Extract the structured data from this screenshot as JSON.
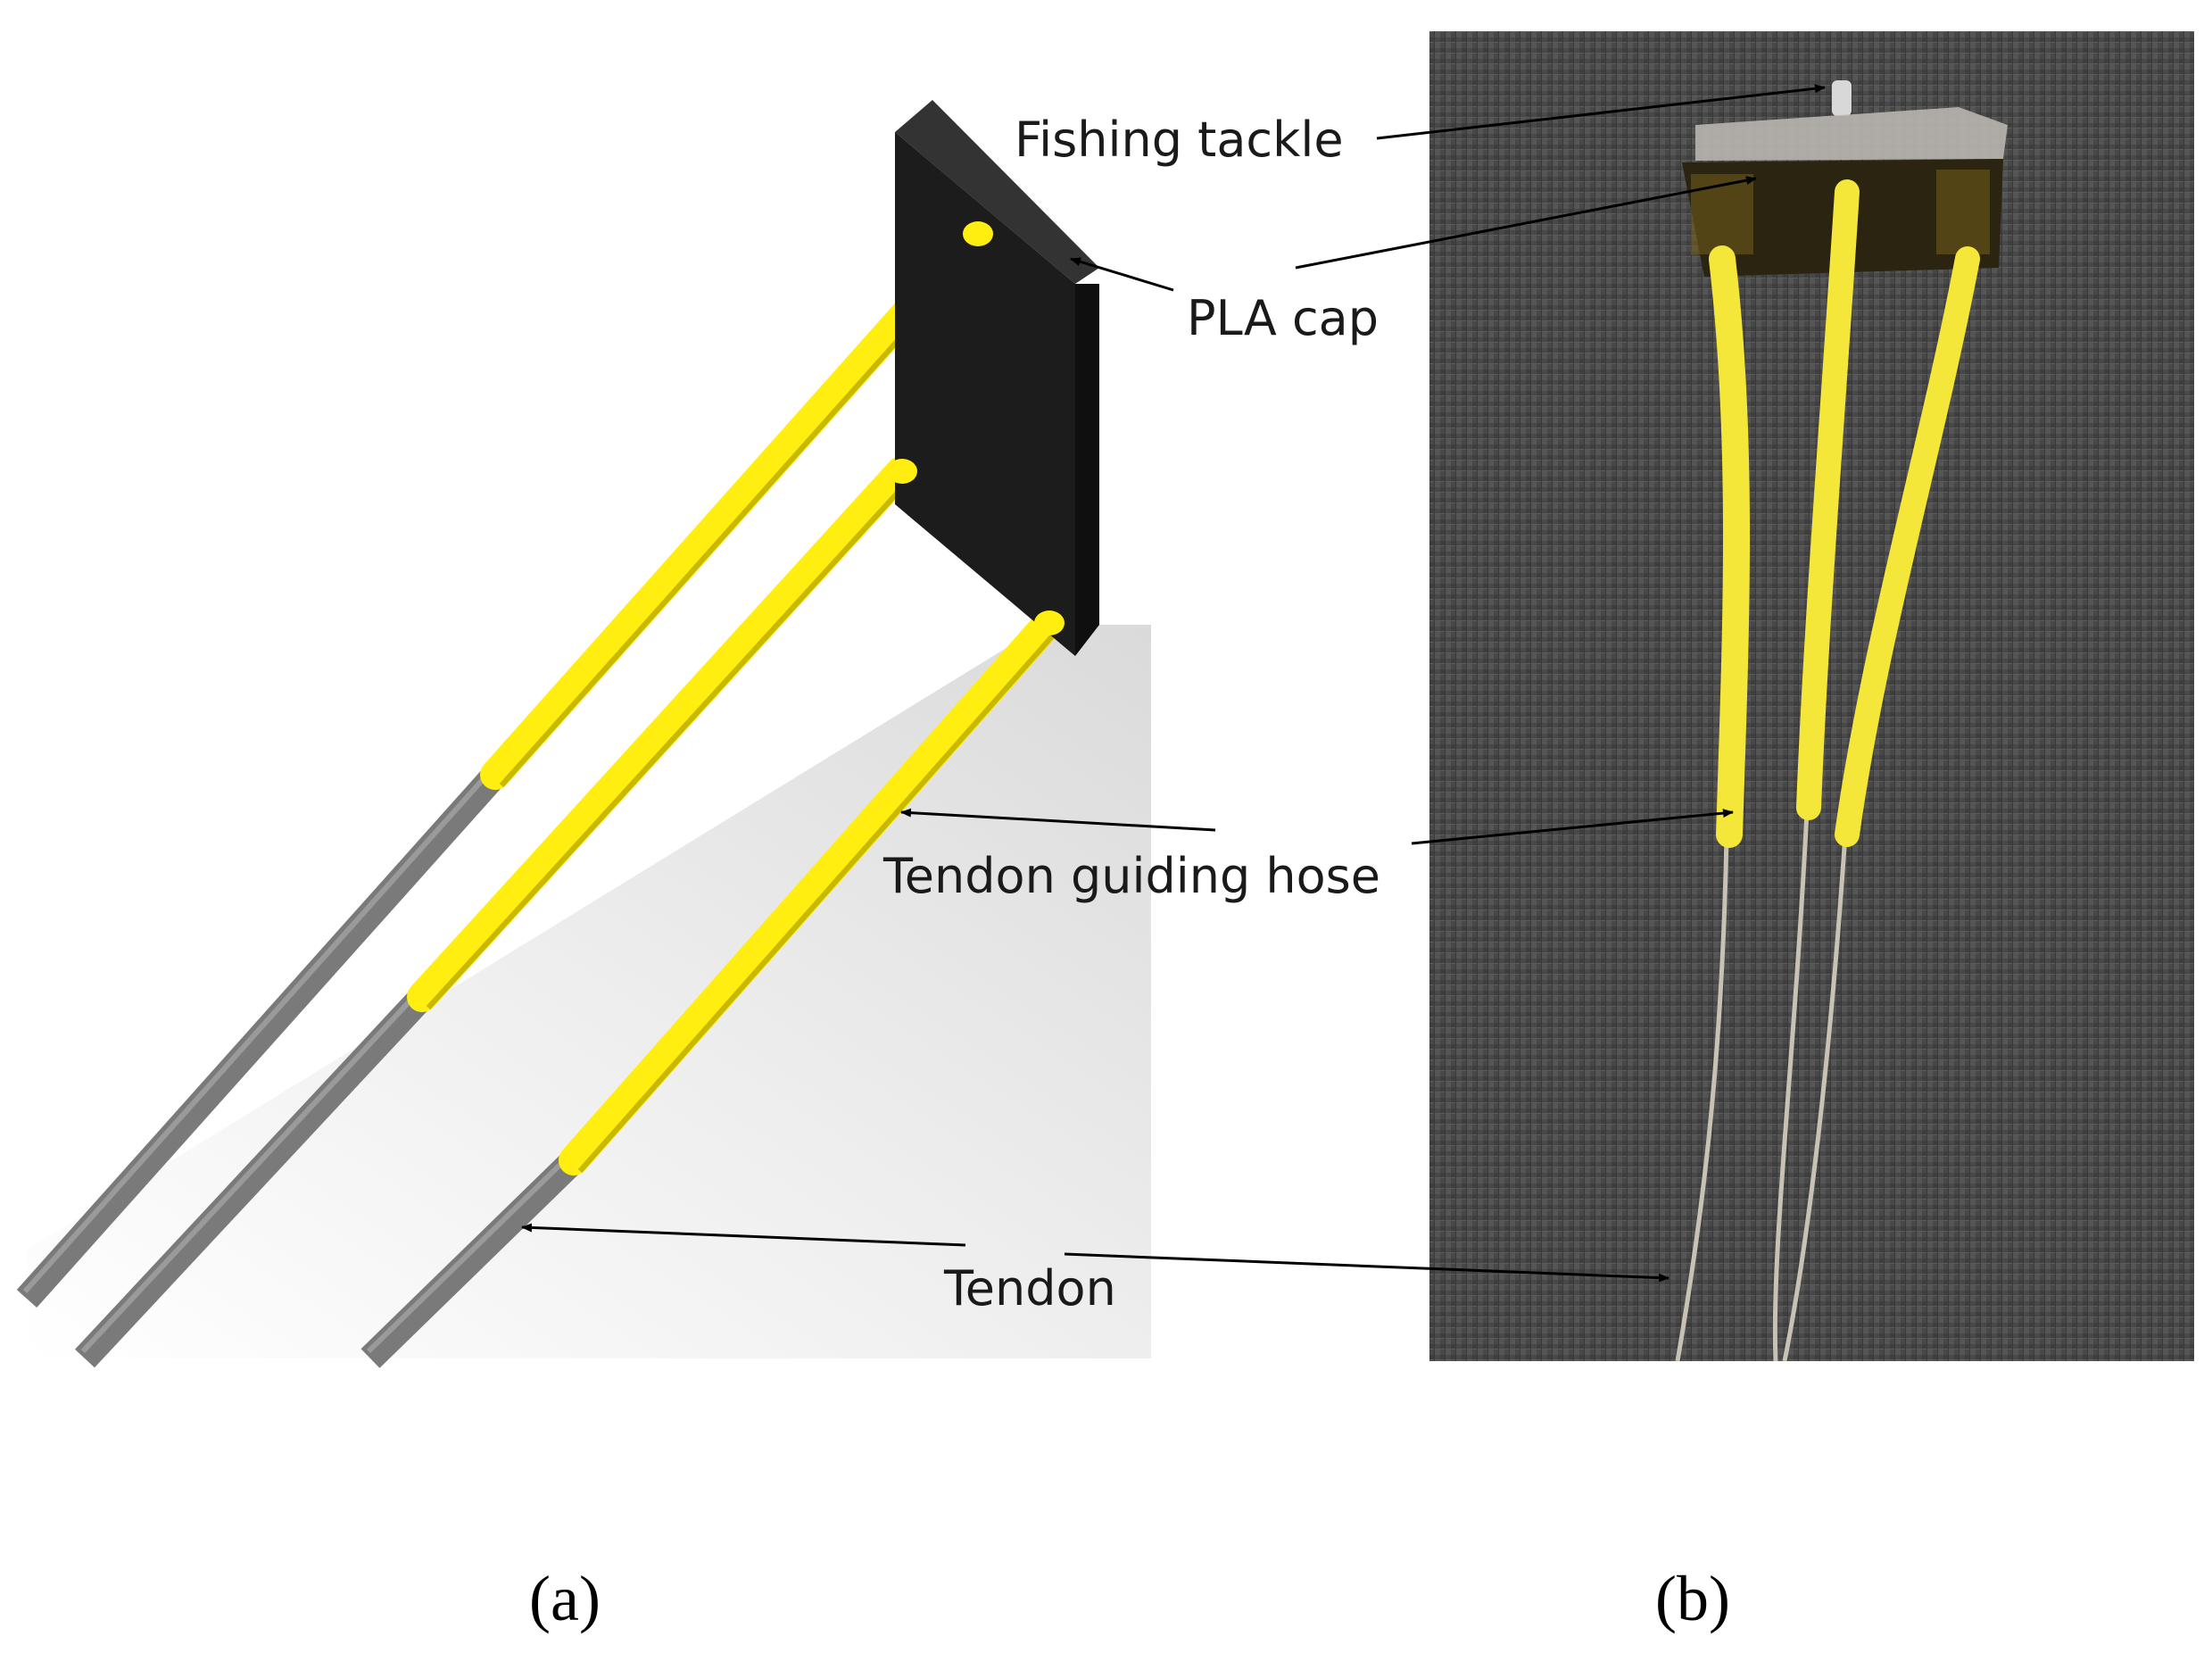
{
  "callouts": {
    "fishing_tackle": "Fishing tackle",
    "pla_cap": "PLA cap",
    "tendon_guiding_hose": "Tendon guiding hose",
    "tendon": "Tendon"
  },
  "captions": {
    "a": "(a)",
    "b": "(b)"
  },
  "colors": {
    "hose_yellow": "#ffee10",
    "tendon_gray": "#7a7a7a",
    "cap_black": "#1c1c1c",
    "photo_background": "#4a4a4a",
    "tendon_photo": "#c8c2b4"
  }
}
